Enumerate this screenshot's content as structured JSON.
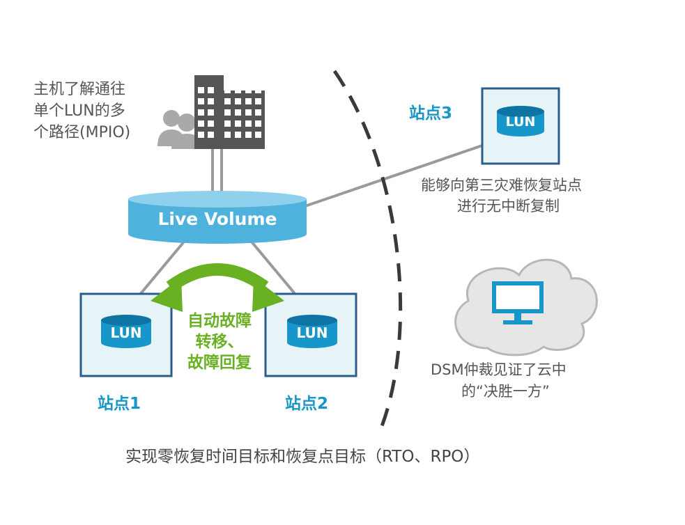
{
  "colors": {
    "accent_blue": "#1796c9",
    "volume_blue": "#4fb2dc",
    "site_box_fill": "#e6f4f8",
    "site_box_stroke": "#2a5d8c",
    "green": "#6ab023",
    "gray_line": "#9a9a9a",
    "building": "#555555",
    "people": "#a9a9a9",
    "cloud": "#e6e6e6"
  },
  "host": {
    "mpio_text": [
      "主机了解通往",
      "单个LUN的多",
      "个路径(MPIO)"
    ],
    "building_icon": "building-icon",
    "people_icon": "users-icon"
  },
  "live_volume": {
    "label": "Live Volume",
    "icon": "database-cylinder"
  },
  "failover": {
    "text": [
      "自动故障",
      "转移、",
      "故障回复"
    ],
    "icon": "double-arrow-icon"
  },
  "sites": {
    "site1": {
      "label": "站点1",
      "lun": "LUN"
    },
    "site2": {
      "label": "站点2",
      "lun": "LUN"
    },
    "site3": {
      "label": "站点3",
      "lun": "LUN"
    }
  },
  "replication_text": [
    "能够向第三灾难恢复站点",
    "进行无中断复制"
  ],
  "cloud": {
    "text": [
      "DSM仲裁见证了云中",
      "的“决胜一方”"
    ],
    "icon": "monitor-icon"
  },
  "bottom_text": "实现零恢复时间目标和恢复点目标（RTO、RPO）"
}
